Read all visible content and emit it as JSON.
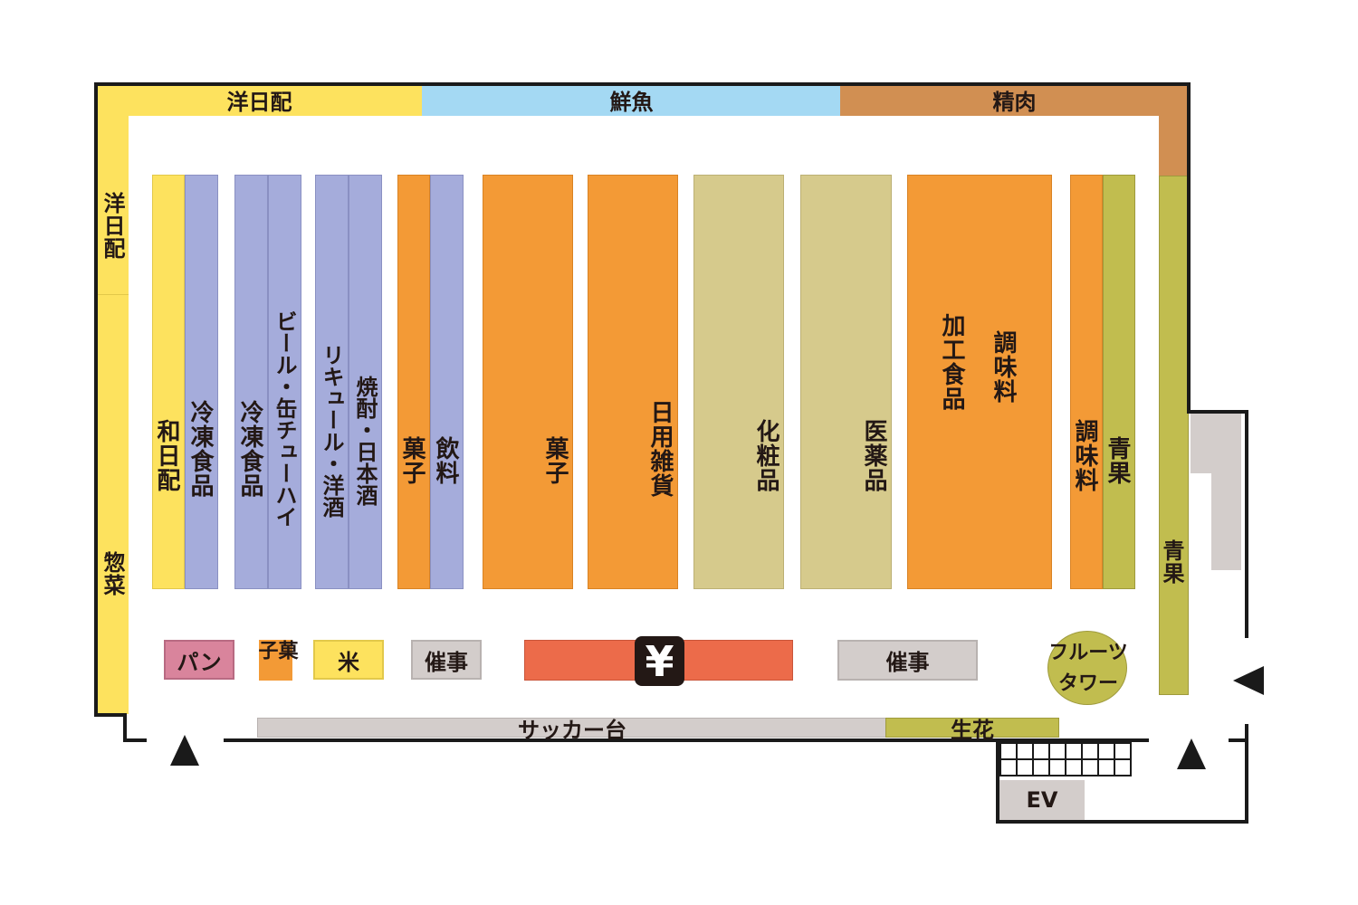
{
  "colors": {
    "yellow": "#fde25e",
    "blue": "#a5acdb",
    "orange": "#f39a36",
    "khaki": "#d6ca8c",
    "green": "#c1bd4f",
    "pink": "#d9849c",
    "gray": "#d3cdcb",
    "red": "#ec6b4a",
    "sky": "#a4d9f3",
    "brown": "#d18f52",
    "wall": "#1a1a1a"
  },
  "perimeter": {
    "top_left": "洋日配",
    "top_mid": "鮮魚",
    "top_right": "精肉",
    "left_upper": "洋日配",
    "left_lower": "惣菜",
    "right_column": "青果"
  },
  "aisles": {
    "wabihai": "和日配",
    "frozen1": "冷凍食品",
    "frozen2": "冷凍食品",
    "beer": "ビール・缶チューハイ",
    "liqueur": "リキュール・洋酒",
    "shochu": "焼酎・日本酒",
    "sweets_small": "菓子",
    "drinks": "飲料",
    "sweets": "菓子",
    "daily_goods": "日用雑貨",
    "cosmetics": "化粧品",
    "medicine": "医薬品",
    "processed": "加工食品",
    "seasoning_main": "調味料",
    "seasoning_side": "調味料",
    "produce_aisle": "青果"
  },
  "front": {
    "bread": "パン",
    "sweets": "菓子",
    "rice": "米",
    "event1": "催事",
    "register_icon": "¥",
    "event2": "催事",
    "fruit_tower": "フルーツタワー",
    "bagging": "サッカー台",
    "flowers": "生花",
    "elevator": "EV"
  },
  "icons": [
    "entrance-arrow-up-icon",
    "entrance-arrow-up-icon",
    "entrance-arrow-left-icon",
    "yen-register-icon",
    "stairs-icon"
  ]
}
